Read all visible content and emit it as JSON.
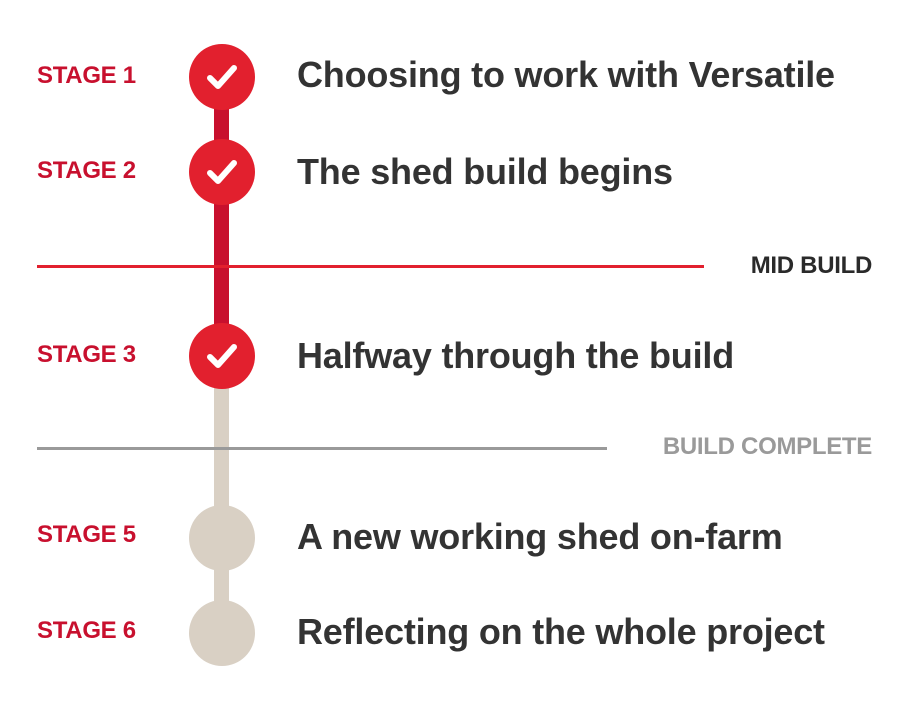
{
  "dividers": {
    "mid": "MID BUILD",
    "complete": "BUILD COMPLETE"
  },
  "stages": [
    {
      "label": "STAGE 1",
      "title": "Choosing to work with Versatile",
      "status": "complete",
      "icon": "check-icon"
    },
    {
      "label": "STAGE 2",
      "title": "The shed build begins",
      "status": "complete",
      "icon": "check-icon"
    },
    {
      "label": "STAGE 3",
      "title": "Halfway through the build",
      "status": "complete",
      "icon": "check-icon"
    },
    {
      "label": "STAGE 5",
      "title": "A new working shed on-farm",
      "status": "pending",
      "icon": ""
    },
    {
      "label": "STAGE 6",
      "title": "Reflecting on the whole project",
      "status": "pending",
      "icon": ""
    }
  ],
  "colors": {
    "accent": "#e2202e",
    "accent_dark": "#c8102e",
    "pending": "#d9d0c4",
    "text": "#333333",
    "muted": "#9a9a9a"
  }
}
